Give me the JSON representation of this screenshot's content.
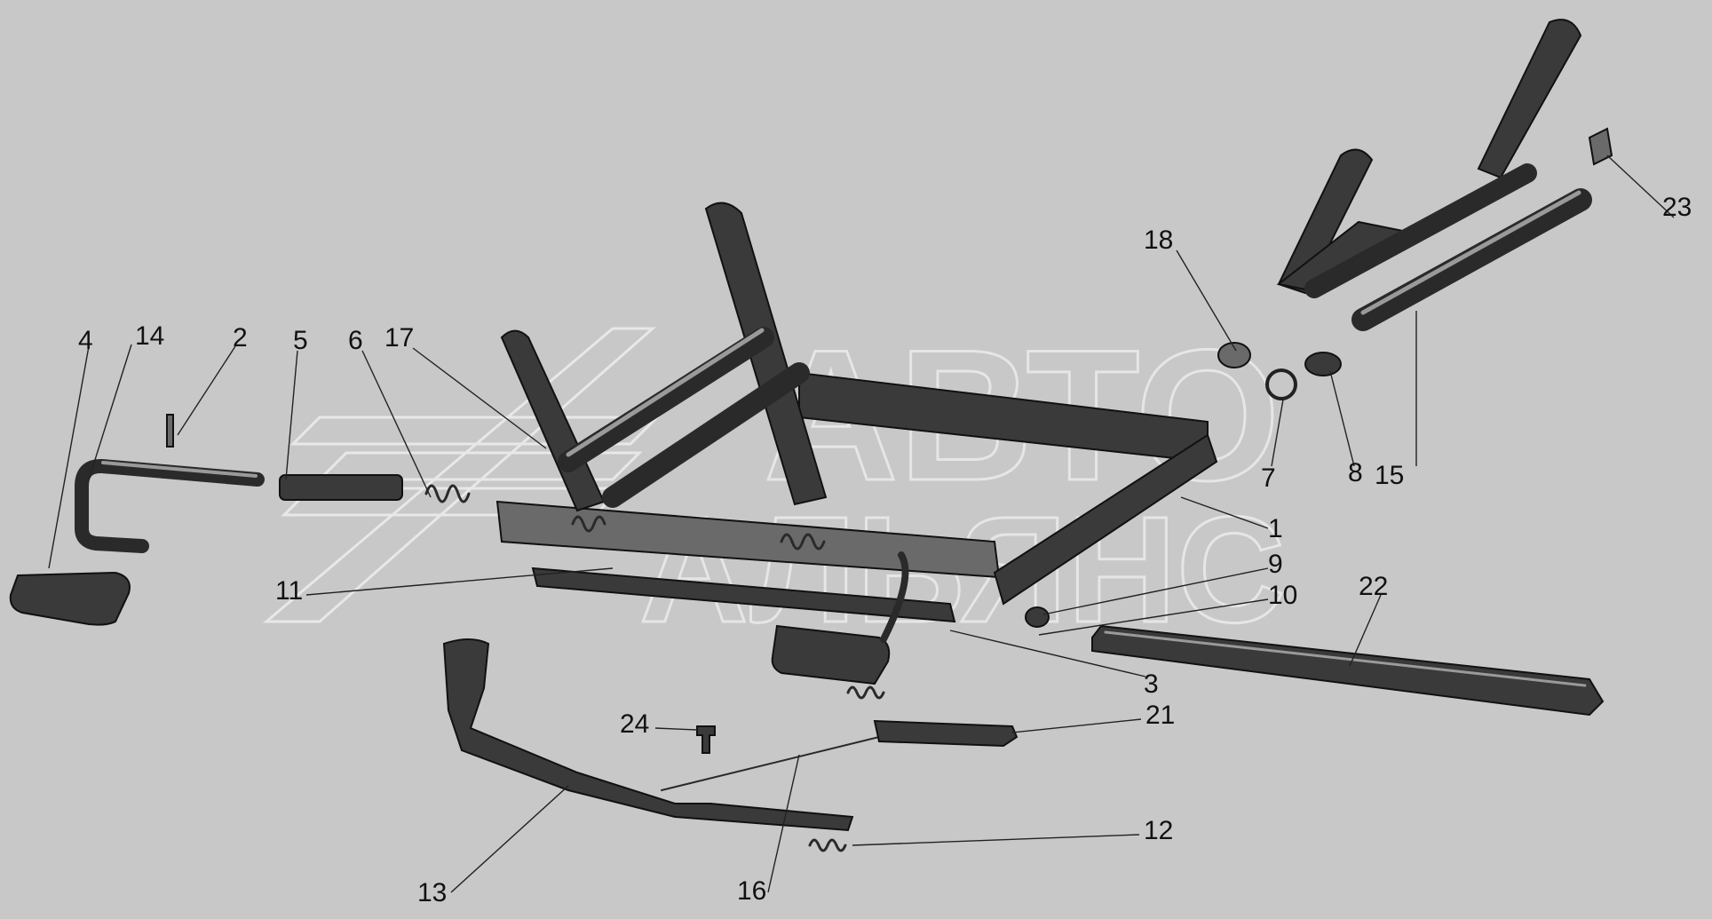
{
  "watermark": {
    "line1": "АВТО",
    "line2": "АЛЬЯНС"
  },
  "callouts": [
    {
      "id": "c4",
      "text": "4"
    },
    {
      "id": "c14",
      "text": "14"
    },
    {
      "id": "c2",
      "text": "2"
    },
    {
      "id": "c5",
      "text": "5"
    },
    {
      "id": "c6",
      "text": "6"
    },
    {
      "id": "c17",
      "text": "17"
    },
    {
      "id": "c18",
      "text": "18"
    },
    {
      "id": "c23",
      "text": "23"
    },
    {
      "id": "c7",
      "text": "7"
    },
    {
      "id": "c8",
      "text": "8"
    },
    {
      "id": "c15",
      "text": "15"
    },
    {
      "id": "c1",
      "text": "1"
    },
    {
      "id": "c9",
      "text": "9"
    },
    {
      "id": "c10",
      "text": "10"
    },
    {
      "id": "c11",
      "text": "11"
    },
    {
      "id": "c22",
      "text": "22"
    },
    {
      "id": "c3",
      "text": "3"
    },
    {
      "id": "c21",
      "text": "21"
    },
    {
      "id": "c24",
      "text": "24"
    },
    {
      "id": "c12",
      "text": "12"
    },
    {
      "id": "c13",
      "text": "13"
    },
    {
      "id": "c16",
      "text": "16"
    }
  ]
}
